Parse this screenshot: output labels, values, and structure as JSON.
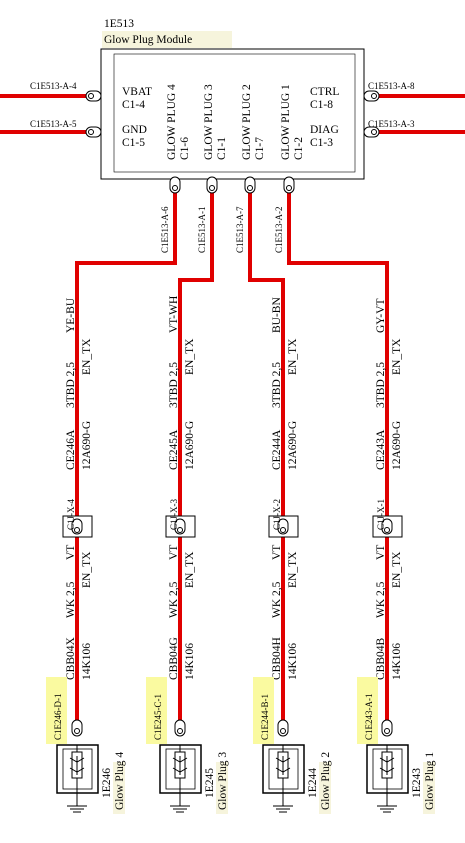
{
  "module": {
    "id": "1E513",
    "name": "Glow Plug Module",
    "pins": {
      "vbat_label": "VBAT",
      "vbat_pin": "C1-4",
      "gnd_label": "GND",
      "gnd_pin": "C1-5",
      "ctrl_label": "CTRL",
      "ctrl_pin": "C1-8",
      "diag_label": "DIAG",
      "diag_pin": "C1-3"
    },
    "side_connectors": {
      "vbat": "C1E513-A-4",
      "gnd": "C1E513-A-5",
      "ctrl": "C1E513-A-8",
      "diag": "C1E513-A-3"
    }
  },
  "circuits": [
    {
      "pin_label": "GLOW PLUG 4",
      "pin": "C1-6",
      "module_connector": "C1E513-A-6",
      "upper_color": "YE-BU",
      "upper_gauge": "3TBD 2,5",
      "upper_code": "EN_TX",
      "upper_circuit": "CE246A",
      "upper_harness": "12A690-G",
      "inline": "C1J-X-4",
      "lower_color": "VT",
      "lower_gauge": "WK 2,5",
      "lower_code": "EN_TX",
      "lower_circuit": "CBB04X",
      "lower_harness": "14K106",
      "plug_connector": "C1E246-D-1",
      "plug_id": "1E246",
      "plug_name": "Glow Plug 4"
    },
    {
      "pin_label": "GLOW PLUG 3",
      "pin": "C1-1",
      "module_connector": "C1E513-A-1",
      "upper_color": "VT-WH",
      "upper_gauge": "3TBD 2,5",
      "upper_code": "EN_TX",
      "upper_circuit": "CE245A",
      "upper_harness": "12A690-G",
      "inline": "C1J-X-3",
      "lower_color": "VT",
      "lower_gauge": "WK 2,5",
      "lower_code": "EN_TX",
      "lower_circuit": "CBB04G",
      "lower_harness": "14K106",
      "plug_connector": "C1E245-C-1",
      "plug_id": "1E245",
      "plug_name": "Glow Plug 3"
    },
    {
      "pin_label": "GLOW PLUG 2",
      "pin": "C1-7",
      "module_connector": "C1E513-A-7",
      "upper_color": "BU-BN",
      "upper_gauge": "3TBD 2,5",
      "upper_code": "EN_TX",
      "upper_circuit": "CE244A",
      "upper_harness": "12A690-G",
      "inline": "C1J-X-2",
      "lower_color": "VT",
      "lower_gauge": "WK 2,5",
      "lower_code": "EN_TX",
      "lower_circuit": "CBB04H",
      "lower_harness": "14K106",
      "plug_connector": "C1E244-B-1",
      "plug_id": "1E244",
      "plug_name": "Glow Plug 2"
    },
    {
      "pin_label": "GLOW PLUG 1",
      "pin": "C1-2",
      "module_connector": "C1E513-A-2",
      "upper_color": "GY-VT",
      "upper_gauge": "3TBD 2,5",
      "upper_code": "EN_TX",
      "upper_circuit": "CE243A",
      "upper_harness": "12A690-G",
      "inline": "C1J-X-1",
      "lower_color": "VT",
      "lower_gauge": "WK 2,5",
      "lower_code": "EN_TX",
      "lower_circuit": "CBB04B",
      "lower_harness": "14K106",
      "plug_connector": "C1E243-A-1",
      "plug_id": "1E243",
      "plug_name": "Glow Plug 1"
    }
  ],
  "colors": {
    "wire": "#e00000",
    "highlight": "#fafaa0",
    "label_bg": "#f6f4dc"
  }
}
